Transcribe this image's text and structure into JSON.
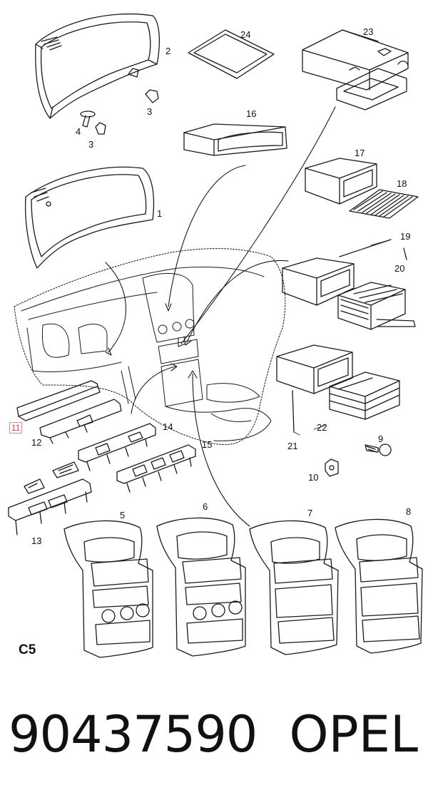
{
  "callouts": [
    {
      "id": "c1",
      "label": "1"
    },
    {
      "id": "c2",
      "label": "2"
    },
    {
      "id": "c3a",
      "label": "3"
    },
    {
      "id": "c3b",
      "label": "3"
    },
    {
      "id": "c4",
      "label": "4"
    },
    {
      "id": "c5",
      "label": "5"
    },
    {
      "id": "c6",
      "label": "6"
    },
    {
      "id": "c7",
      "label": "7"
    },
    {
      "id": "c8",
      "label": "8"
    },
    {
      "id": "c9",
      "label": "9"
    },
    {
      "id": "c10",
      "label": "10"
    },
    {
      "id": "c11",
      "label": "11"
    },
    {
      "id": "c12",
      "label": "12"
    },
    {
      "id": "c13",
      "label": "13"
    },
    {
      "id": "c14",
      "label": "14"
    },
    {
      "id": "c15",
      "label": "15"
    },
    {
      "id": "c16",
      "label": "16"
    },
    {
      "id": "c17",
      "label": "17"
    },
    {
      "id": "c18",
      "label": "18"
    },
    {
      "id": "c19",
      "label": "19"
    },
    {
      "id": "c20",
      "label": "20"
    },
    {
      "id": "c21",
      "label": "21"
    },
    {
      "id": "c22",
      "label": "22"
    },
    {
      "id": "c23",
      "label": "23"
    },
    {
      "id": "c24",
      "label": "24"
    }
  ],
  "section_code": "C5",
  "part_number": "90437590",
  "brand": "OPEL",
  "colors": {
    "line": "#1a1a1a",
    "highlight_box": "#e28b8b"
  }
}
